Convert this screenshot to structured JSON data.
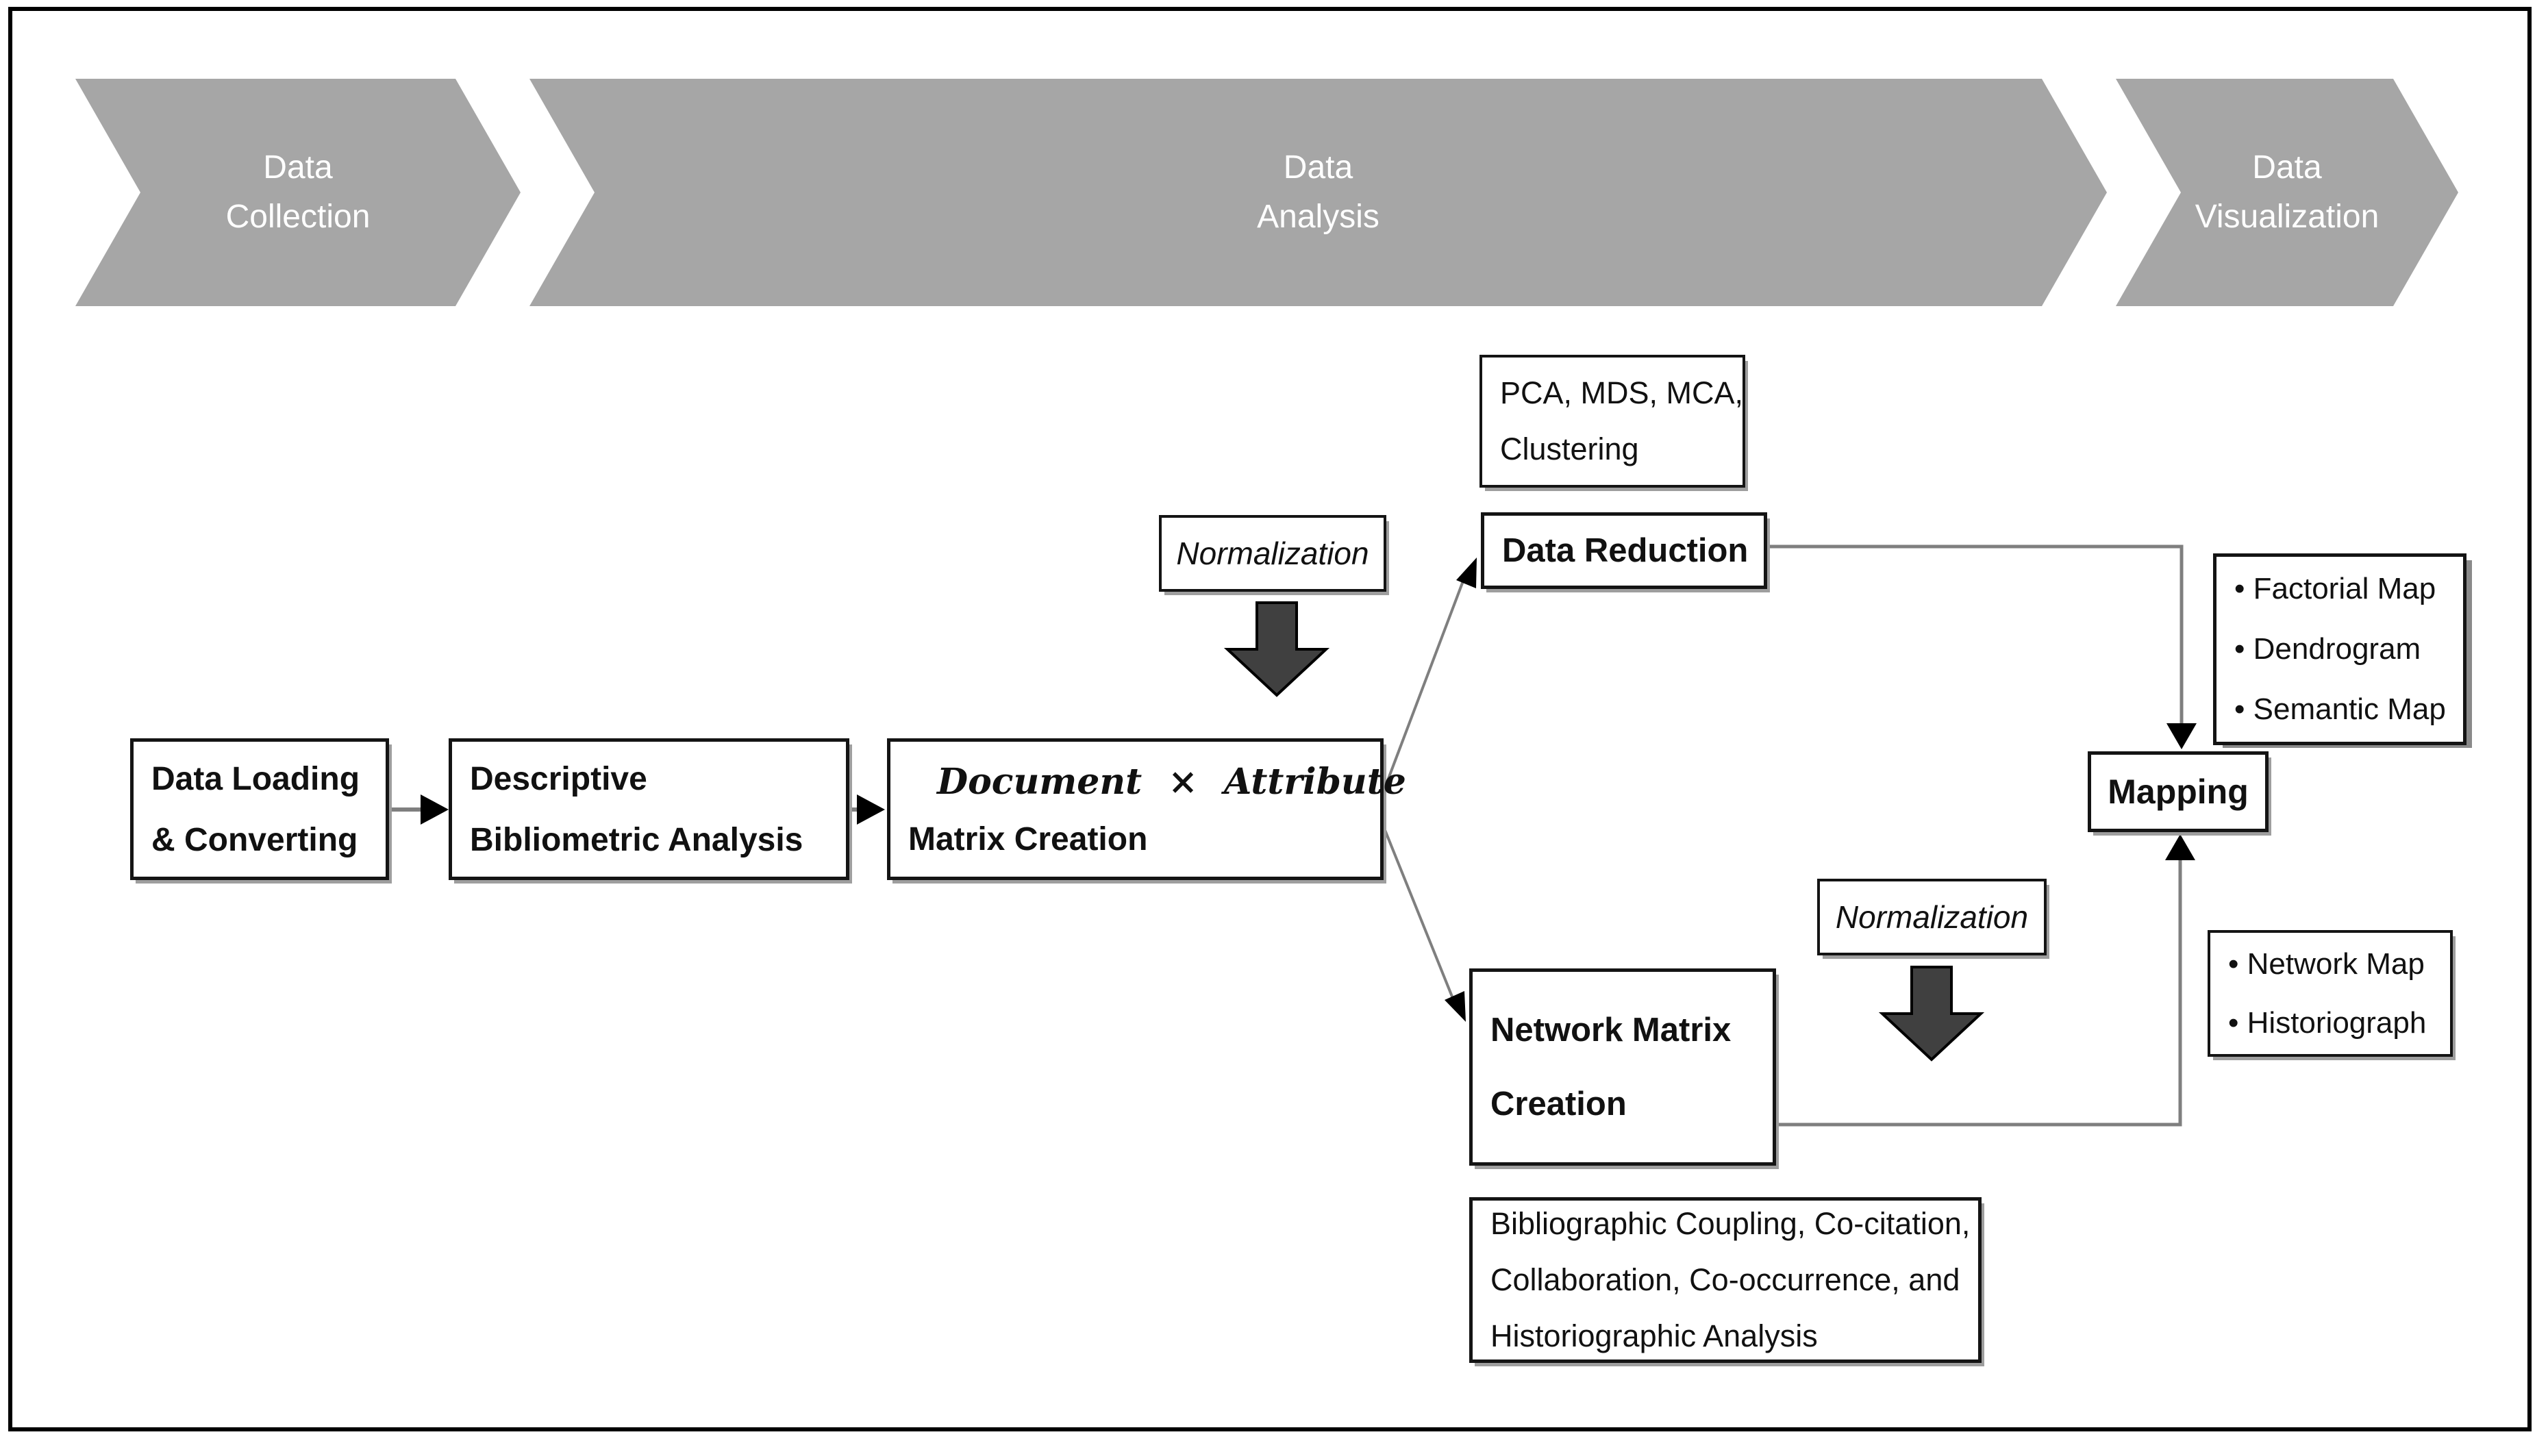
{
  "banner": {
    "stages": [
      {
        "line1": "Data",
        "line2": "Collection"
      },
      {
        "line1": "Data",
        "line2": "Analysis"
      },
      {
        "line1": "Data",
        "line2": "Visualization"
      }
    ]
  },
  "boxes": {
    "data_loading": {
      "line1": "Data Loading",
      "line2": "& Converting"
    },
    "descriptive": {
      "line1": "Descriptive",
      "line2": "Bibliometric Analysis"
    },
    "matrix_creation": {
      "math_line": "Document × Attribute",
      "line2": "Matrix Creation"
    },
    "normalization1": {
      "label": "Normalization"
    },
    "normalization2": {
      "label": "Normalization"
    },
    "pca_methods": {
      "line1": "PCA, MDS, MCA,",
      "line2": "Clustering"
    },
    "data_reduction": {
      "label": "Data Reduction"
    },
    "network_matrix": {
      "line1": "Network Matrix",
      "line2": "Creation"
    },
    "mapping": {
      "label": "Mapping"
    },
    "reduction_outputs": {
      "items": [
        "Factorial Map",
        "Dendrogram",
        "Semantic Map"
      ]
    },
    "network_outputs": {
      "items": [
        "Network Map",
        "Historiograph"
      ]
    },
    "network_methods": {
      "line1": "Bibliographic Coupling, Co-citation,",
      "line2": "Collaboration, Co-occurrence, and",
      "line3": "Historiographic Analysis"
    }
  },
  "colors": {
    "banner_gray": "#a6a6a6",
    "block_arrow_dark": "#404040",
    "connector_gray": "#7f7f7f",
    "box_border": "#141414"
  }
}
